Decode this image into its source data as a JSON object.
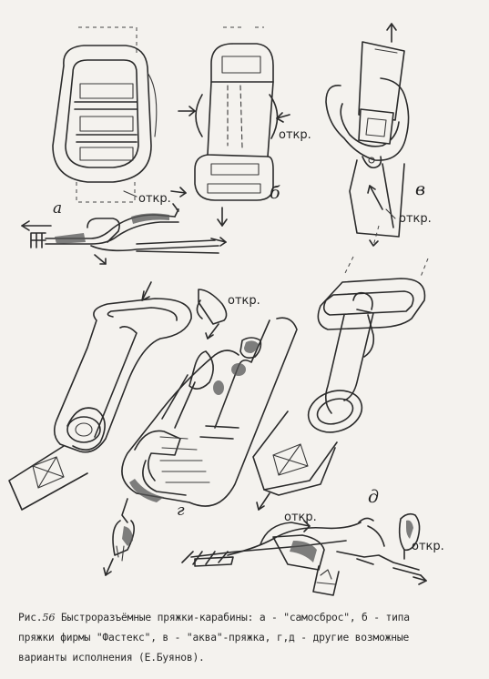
{
  "labels": {
    "a": "а",
    "b": "б",
    "v": "в",
    "g": "г",
    "d": "д"
  },
  "open_label": "откр.",
  "caption": {
    "prefix": "Рис.",
    "number": "56",
    "line1_rest": " Быстроразъёмные пряжки-карабины: а - \"самосброс\", б - типа",
    "line2": "пряжки фирмы \"Фастекс\", в - \"аква\"-пряжка, г,д - другие возможные",
    "line3": "варианты исполнения (Е.Буянов)."
  }
}
